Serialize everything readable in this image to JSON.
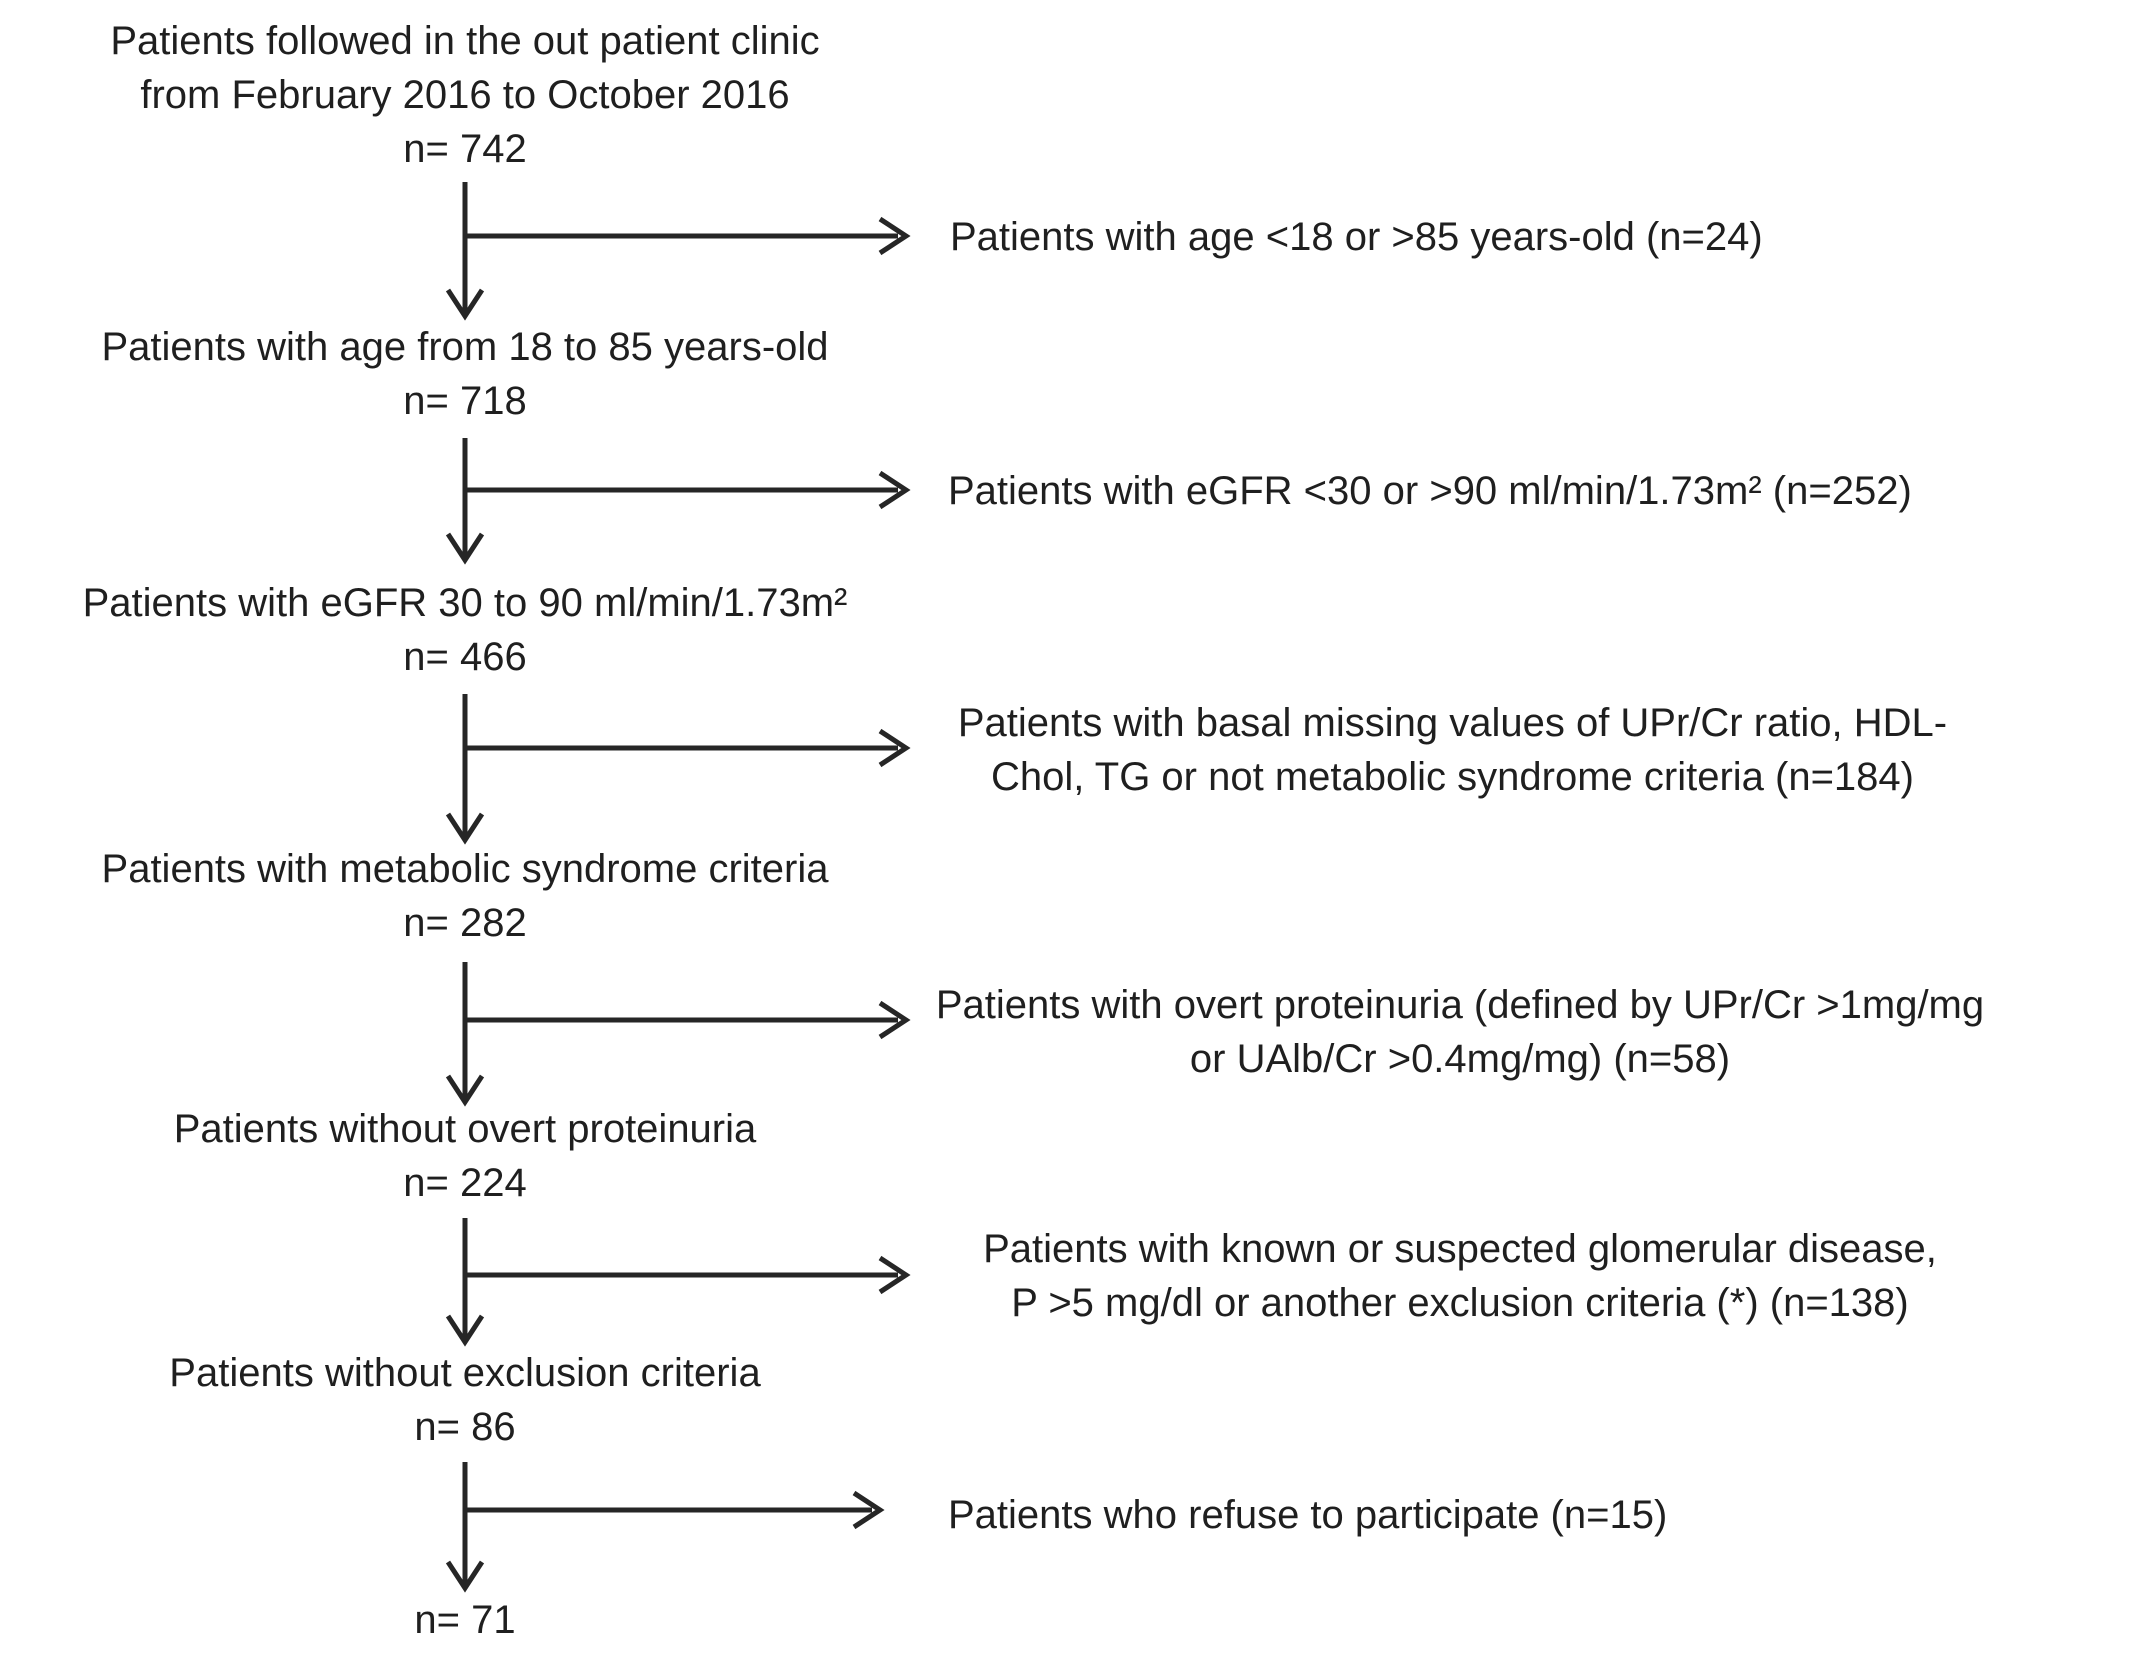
{
  "colors": {
    "text": "#1f1f1f",
    "arrow": "#262626",
    "background": "#ffffff"
  },
  "nodes": [
    {
      "lines": [
        "Patients followed in the out patient clinic",
        "from February 2016 to October 2016"
      ],
      "n": "n= 742"
    },
    {
      "lines": [
        "Patients with age from 18 to 85 years-old"
      ],
      "n": "n= 718"
    },
    {
      "lines": [
        "Patients with eGFR 30 to 90 ml/min/1.73m²"
      ],
      "n": "n= 466"
    },
    {
      "lines": [
        "Patients with metabolic syndrome criteria"
      ],
      "n": "n= 282"
    },
    {
      "lines": [
        "Patients without overt proteinuria"
      ],
      "n": "n= 224"
    },
    {
      "lines": [
        "Patients without exclusion criteria"
      ],
      "n": "n= 86"
    },
    {
      "lines": [],
      "n": "n= 71"
    }
  ],
  "exclusions": [
    {
      "lines": [
        "Patients with age <18 or >85 years-old (n=24)"
      ]
    },
    {
      "lines": [
        "Patients with eGFR <30 or >90 ml/min/1.73m² (n=252)"
      ]
    },
    {
      "lines": [
        "Patients with basal missing values of UPr/Cr ratio, HDL-",
        "Chol, TG or not metabolic syndrome criteria (n=184)"
      ]
    },
    {
      "lines": [
        "Patients with overt proteinuria (defined by UPr/Cr >1mg/mg",
        "or UAlb/Cr >0.4mg/mg) (n=58)"
      ]
    },
    {
      "lines": [
        "Patients with known or suspected glomerular disease,",
        "P >5 mg/dl or another exclusion criteria (*) (n=138)"
      ]
    },
    {
      "lines": [
        "Patients who refuse to participate (n=15)"
      ]
    }
  ]
}
